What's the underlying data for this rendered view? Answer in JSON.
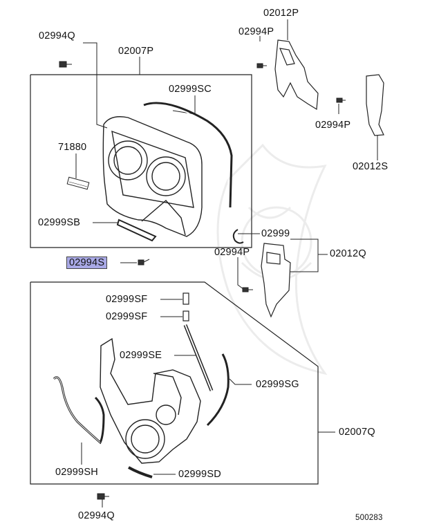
{
  "diagram": {
    "highlight_color": "#a9a9e6",
    "line_color": "#222222",
    "callouts": {
      "top_bolt": "02994Q",
      "upper_cover": "02007P",
      "bracket_top": "02012P",
      "bolt_bracket_top": "02994P",
      "seal_upper_right": "02999SC",
      "plate_label": "71880",
      "bolt_bracket_right": "02994P",
      "bracket_right": "02012S",
      "seal_upper_bottom": "02999SB",
      "clip": "02999",
      "bolt_bracket_mid": "02994P",
      "bracket_mid": "02012Q",
      "selected_bolt": "02994S",
      "pad_1": "02999SF",
      "pad_2": "02999SF",
      "seal_lower_strip": "02999SE",
      "seal_lower_right": "02999SG",
      "lower_cover": "02007Q",
      "seal_lower_left": "02999SH",
      "seal_lower_bottom": "02999SD",
      "bottom_bolt": "02994Q",
      "diagram_number": "500283"
    }
  }
}
